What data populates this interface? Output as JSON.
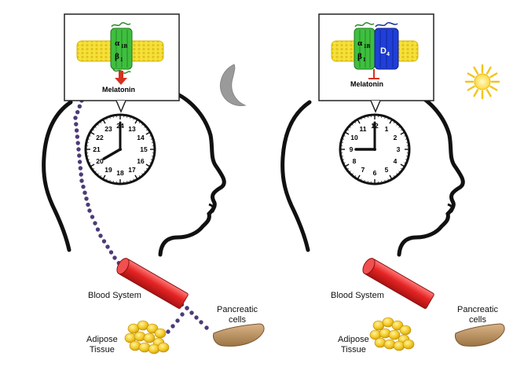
{
  "night": {
    "box": {
      "receptor_alpha": "α",
      "receptor_alpha_sub": "1B",
      "receptor_beta": "β",
      "receptor_beta_sub": "1",
      "label": "Melatonin"
    },
    "clock": {
      "numbers": [
        "24",
        "13",
        "14",
        "15",
        "16",
        "17",
        "18",
        "19",
        "20",
        "21",
        "22",
        "23"
      ],
      "hour_hand_value": 20
    },
    "blood_label": "Blood System",
    "adipose_label_line1": "Adipose",
    "adipose_label_line2": "Tissue",
    "pancreatic_label_line1": "Pancreatic",
    "pancreatic_label_line2": "cells"
  },
  "day": {
    "box": {
      "receptor_alpha": "α",
      "receptor_alpha_sub": "1B",
      "receptor_beta": "β",
      "receptor_beta_sub": "1",
      "receptor_d": "D",
      "receptor_d_sub": "4",
      "label": "Melatonin"
    },
    "clock": {
      "numbers": [
        "12",
        "1",
        "2",
        "3",
        "4",
        "5",
        "6",
        "7",
        "8",
        "9",
        "10",
        "11"
      ],
      "hour_hand_value": 9
    },
    "blood_label": "Blood System",
    "adipose_label_line1": "Adipose",
    "adipose_label_line2": "Tissue",
    "pancreatic_label_line1": "Pancreatic",
    "pancreatic_label_line2": "cells"
  },
  "colors": {
    "membrane": "#f2dc2a",
    "receptor_green": "#3fbf3f",
    "receptor_blue": "#1f3fd8",
    "arrow_red": "#d6311f",
    "dots": "#4d3b78",
    "blood_vessel": "#e23030",
    "adipose": "#f0c21e",
    "pancreas": "#c49b6a",
    "moon": "#9a9a9a",
    "sun": "#ffe35a"
  },
  "icons": [
    "moon-icon",
    "sun-icon"
  ]
}
